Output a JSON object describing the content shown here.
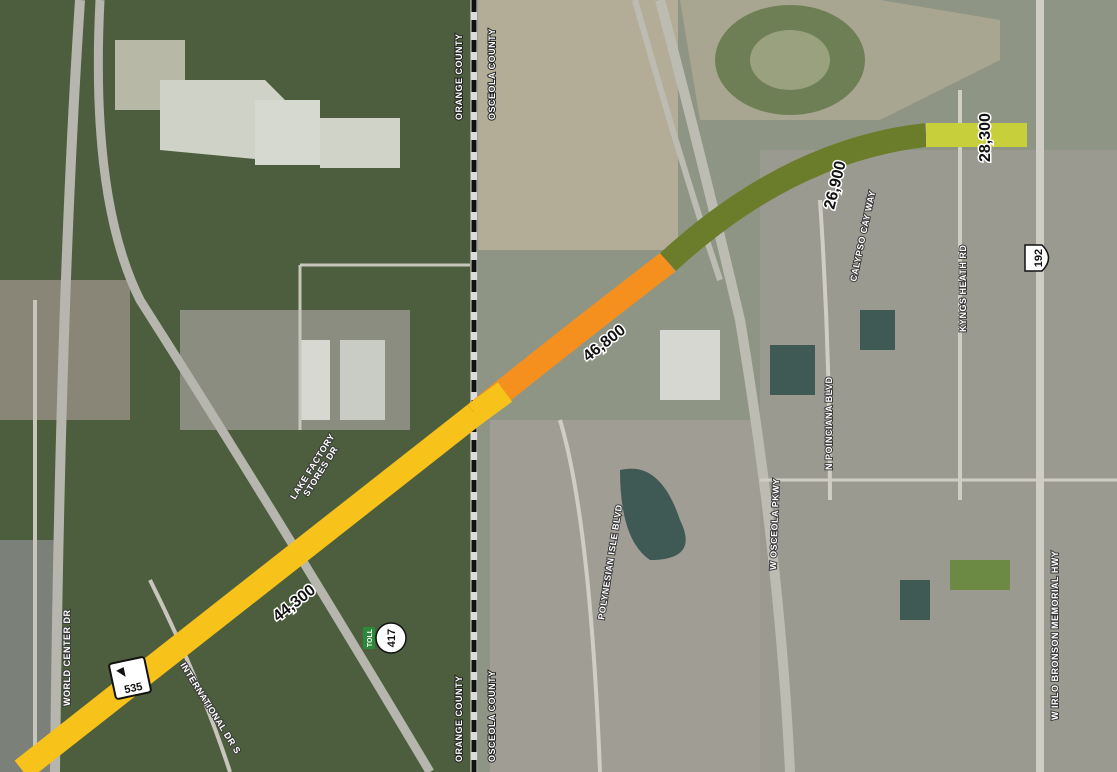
{
  "counties": {
    "left": "ORANGE COUNTY",
    "right": "OSCEOLA COUNTY"
  },
  "road_labels": {
    "world_center": "WORLD CENTER DR",
    "international": "INTERNATIONAL DR S",
    "factory_stores_1": "LAKE FACTORY",
    "factory_stores_2": "STORES DR",
    "polynesian": "POLYNESIAN ISLE BLVD",
    "osceola": "W OSCEOLA PKWY",
    "poinciana": "N POINCIANA BLVD",
    "calypso": "CALYPSO CAY WAY",
    "kyngs": "KYNGS HEATH RD",
    "bronson": "W IRLO BRONSON MEMORIAL HWY"
  },
  "shields": {
    "sr535": "535",
    "toll": "TOLL",
    "sr417": "417",
    "us192": "192"
  },
  "traffic_volumes": {
    "seg1": "44,300",
    "seg2": "46,800",
    "seg3": "26,900",
    "seg4": "28,300"
  },
  "colors": {
    "seg1": "#f7c21a",
    "seg2": "#f5901e",
    "seg3": "#6b7d2a",
    "seg4": "#c7cf3a",
    "county_line": "#111111"
  }
}
